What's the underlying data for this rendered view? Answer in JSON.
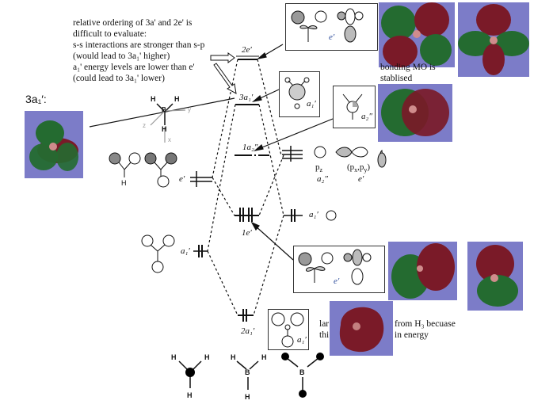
{
  "diagram": {
    "title_label": "3a₁′:",
    "notes": {
      "line1": "relative ordering of 3a' and 2e' is",
      "line2": "difficult to evaluate:",
      "line3": "s-s interactions are stronger than s-p",
      "line4": "(would lead to 3a₁' higher)",
      "line5": "a₁' energy levels are lower than e'",
      "line6": "(could lead to 3a₁' lower)"
    },
    "levels": {
      "two_e": "2e′",
      "three_a1": "3a₁′",
      "one_a2": "1a₂″",
      "one_e": "1e′",
      "two_a1": "2a₁′"
    },
    "fragment_left": {
      "e_label": "e′",
      "a1_label": "a₁′"
    },
    "fragment_right": {
      "a1_label": "a₁′",
      "pz_label": "p",
      "pz_sub": "z",
      "pz_sym": "a₂″",
      "pxpy_label": "(p",
      "pxpy_mid": "x",
      "pxpy_sep": ",p",
      "pxpy_end": "y",
      "pxpy_close": ")",
      "pxpy_sym": "e′"
    },
    "boxes": {
      "top_e": "e′",
      "a1_box": "a₁′",
      "a2_box": "a₂″",
      "mid_e": "e′",
      "bottom_a1": "a₁′"
    },
    "side_text": {
      "bonding_line1": "bonding MO is",
      "bonding_line2": "stablised",
      "bottom_left_a": "lar",
      "bottom_left_b": "thi",
      "bottom_right_a": "from H₃ becuase",
      "bottom_right_b": "in energy"
    },
    "axes": {
      "x": "x",
      "y": "y",
      "z": "z"
    },
    "atoms": {
      "boron": "B",
      "hydrogen": "H"
    },
    "colors": {
      "mo_background": "#7c7cc8",
      "lobe_red": "#8a1c2a",
      "lobe_green": "#1f6b2a"
    }
  }
}
